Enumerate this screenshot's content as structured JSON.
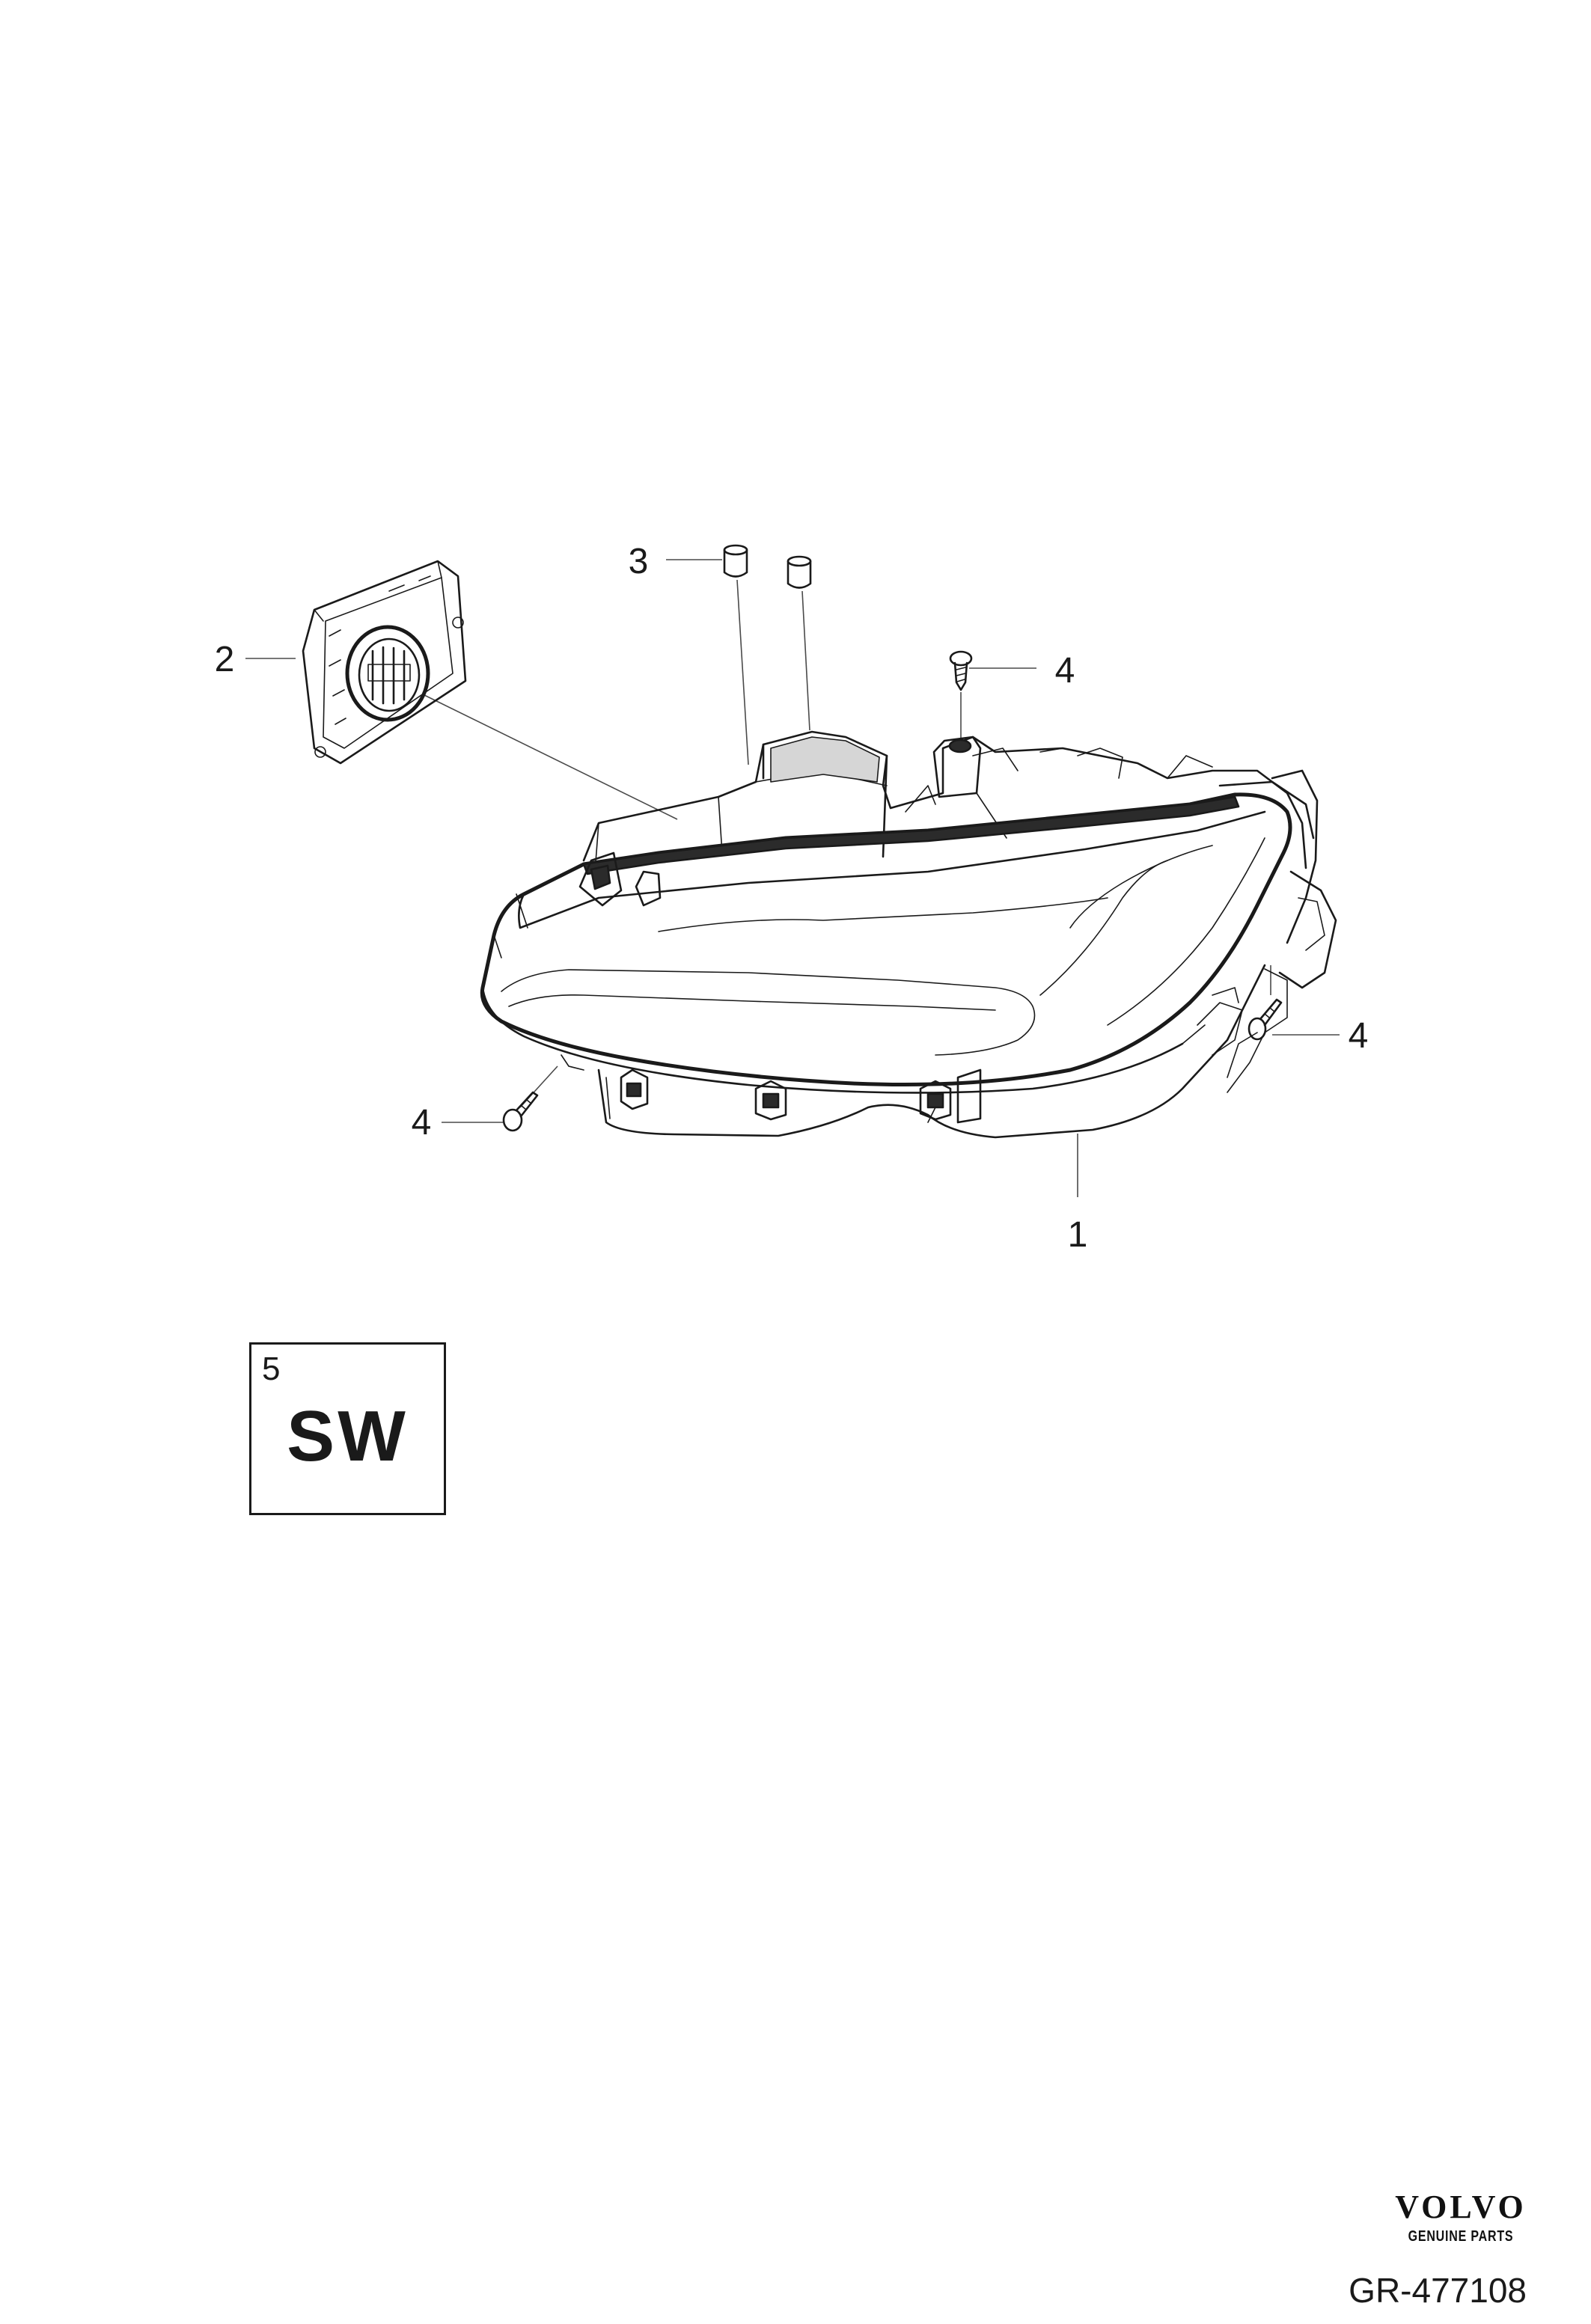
{
  "callouts": {
    "headlamp": "1",
    "control_module": "2",
    "cap": "3",
    "screw_top": "4",
    "screw_right": "4",
    "screw_left": "4"
  },
  "software_box": {
    "number": "5",
    "label": "SW"
  },
  "brand": {
    "name": "VOLVO",
    "subtitle": "GENUINE PARTS"
  },
  "reference": "GR-477108"
}
